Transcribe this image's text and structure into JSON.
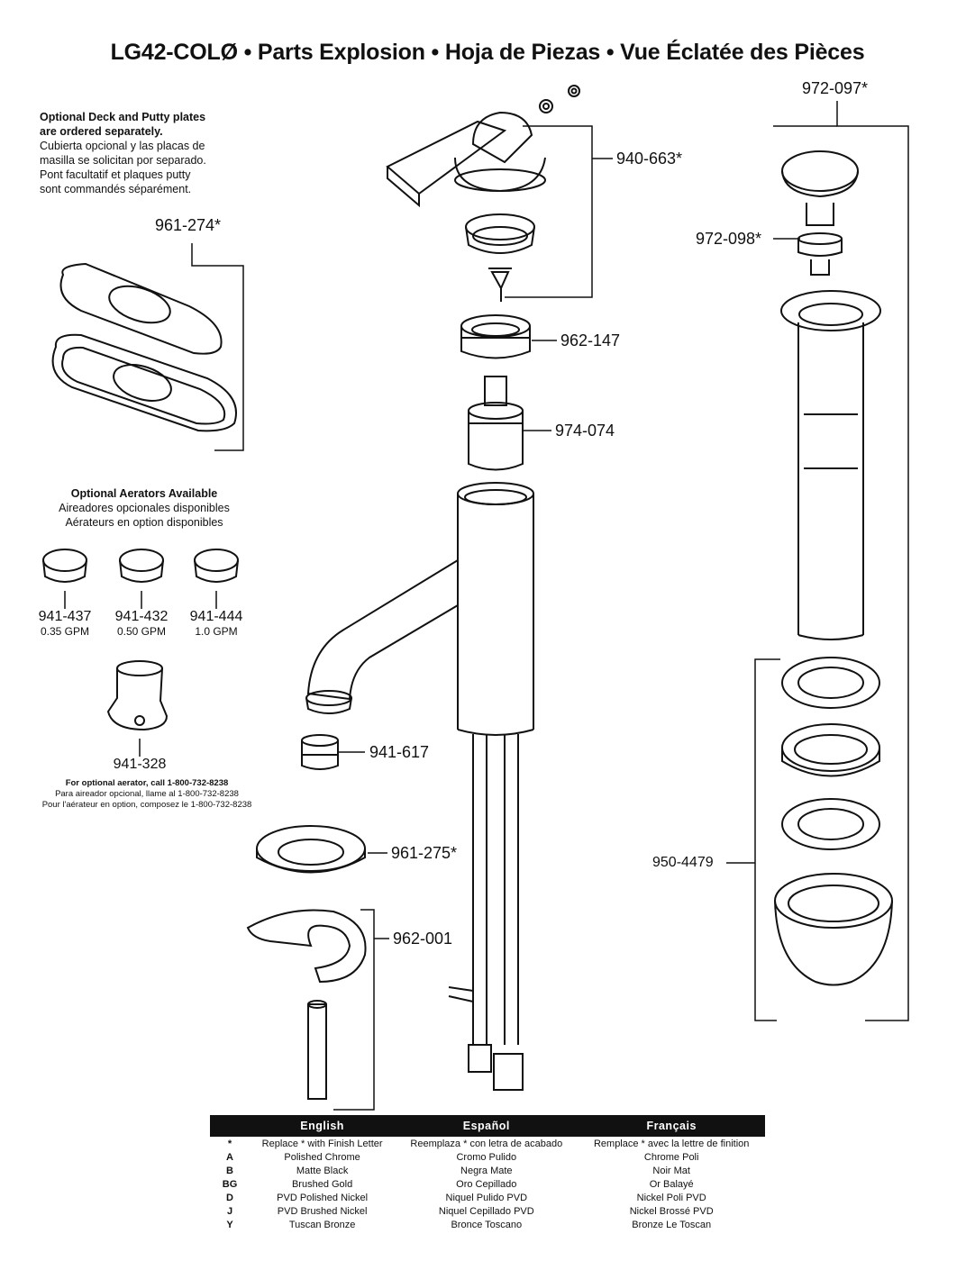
{
  "title": "LG42-COLØ • Parts Explosion • Hoja de Piezas • Vue Éclatée des Pièces",
  "plates_note": {
    "en": [
      "Optional Deck and Putty plates",
      "are ordered separately."
    ],
    "es": [
      "Cubierta opcional y las placas de",
      "masilla se solicitan por separado."
    ],
    "fr": [
      "Pont facultatif et plaques putty",
      "sont commandés séparément."
    ]
  },
  "aerators_note": {
    "en": "Optional Aerators Available",
    "es": "Aireadores opcionales disponibles",
    "fr": "Aérateurs en option disponibles"
  },
  "aerators": [
    {
      "part": "941-437",
      "flow": "0.35 GPM"
    },
    {
      "part": "941-432",
      "flow": "0.50 GPM"
    },
    {
      "part": "941-444",
      "flow": "1.0 GPM"
    }
  ],
  "phone_note": {
    "en": "For optional aerator, call 1-800-732-8238",
    "es": "Para aireador opcional, llame al 1-800-732-8238",
    "fr": "Pour l'aérateur en option, composez le 1-800-732-8238"
  },
  "part_labels": {
    "p961_274": "961-274*",
    "p940_663": "940-663*",
    "p962_147": "962-147",
    "p974_074": "974-074",
    "p941_617": "941-617",
    "p961_275": "961-275*",
    "p962_001": "962-001",
    "p941_328": "941-328",
    "p972_097": "972-097*",
    "p972_098": "972-098*",
    "p950_4479": "950-4479"
  },
  "finish_table": {
    "headers": [
      "English",
      "Español",
      "Français"
    ],
    "rows": [
      {
        "code": "*",
        "en": "Replace * with Finish Letter",
        "es": "Reemplaza * con letra de acabado",
        "fr": "Remplace * avec la lettre de finition"
      },
      {
        "code": "A",
        "en": "Polished Chrome",
        "es": "Cromo Pulido",
        "fr": "Chrome Poli"
      },
      {
        "code": "B",
        "en": "Matte Black",
        "es": "Negra Mate",
        "fr": "Noir Mat"
      },
      {
        "code": "BG",
        "en": "Brushed Gold",
        "es": "Oro Cepillado",
        "fr": "Or Balayé"
      },
      {
        "code": "D",
        "en": "PVD Polished Nickel",
        "es": "Niquel Pulido PVD",
        "fr": "Nickel Poli PVD"
      },
      {
        "code": "J",
        "en": "PVD Brushed Nickel",
        "es": "Niquel Cepillado PVD",
        "fr": "Nickel Brossé PVD"
      },
      {
        "code": "Y",
        "en": "Tuscan Bronze",
        "es": "Bronce Toscano",
        "fr": "Bronze Le Toscan"
      }
    ]
  }
}
